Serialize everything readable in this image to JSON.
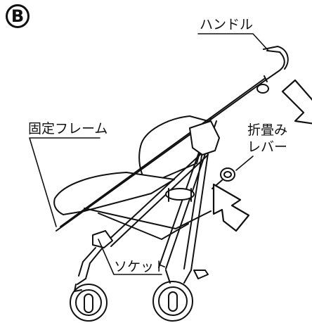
{
  "badge": "B",
  "labels": {
    "handle": "ハンドル",
    "fixed_frame": "固定フレーム",
    "fold_lever_line1": "折畳み",
    "fold_lever_line2": "レバー",
    "socket": "ソケット"
  },
  "colors": {
    "line": "#111111",
    "seat_fill": "#ffffff"
  },
  "icons": [
    "arrow-down-right-icon",
    "arrow-up-left-icon"
  ]
}
